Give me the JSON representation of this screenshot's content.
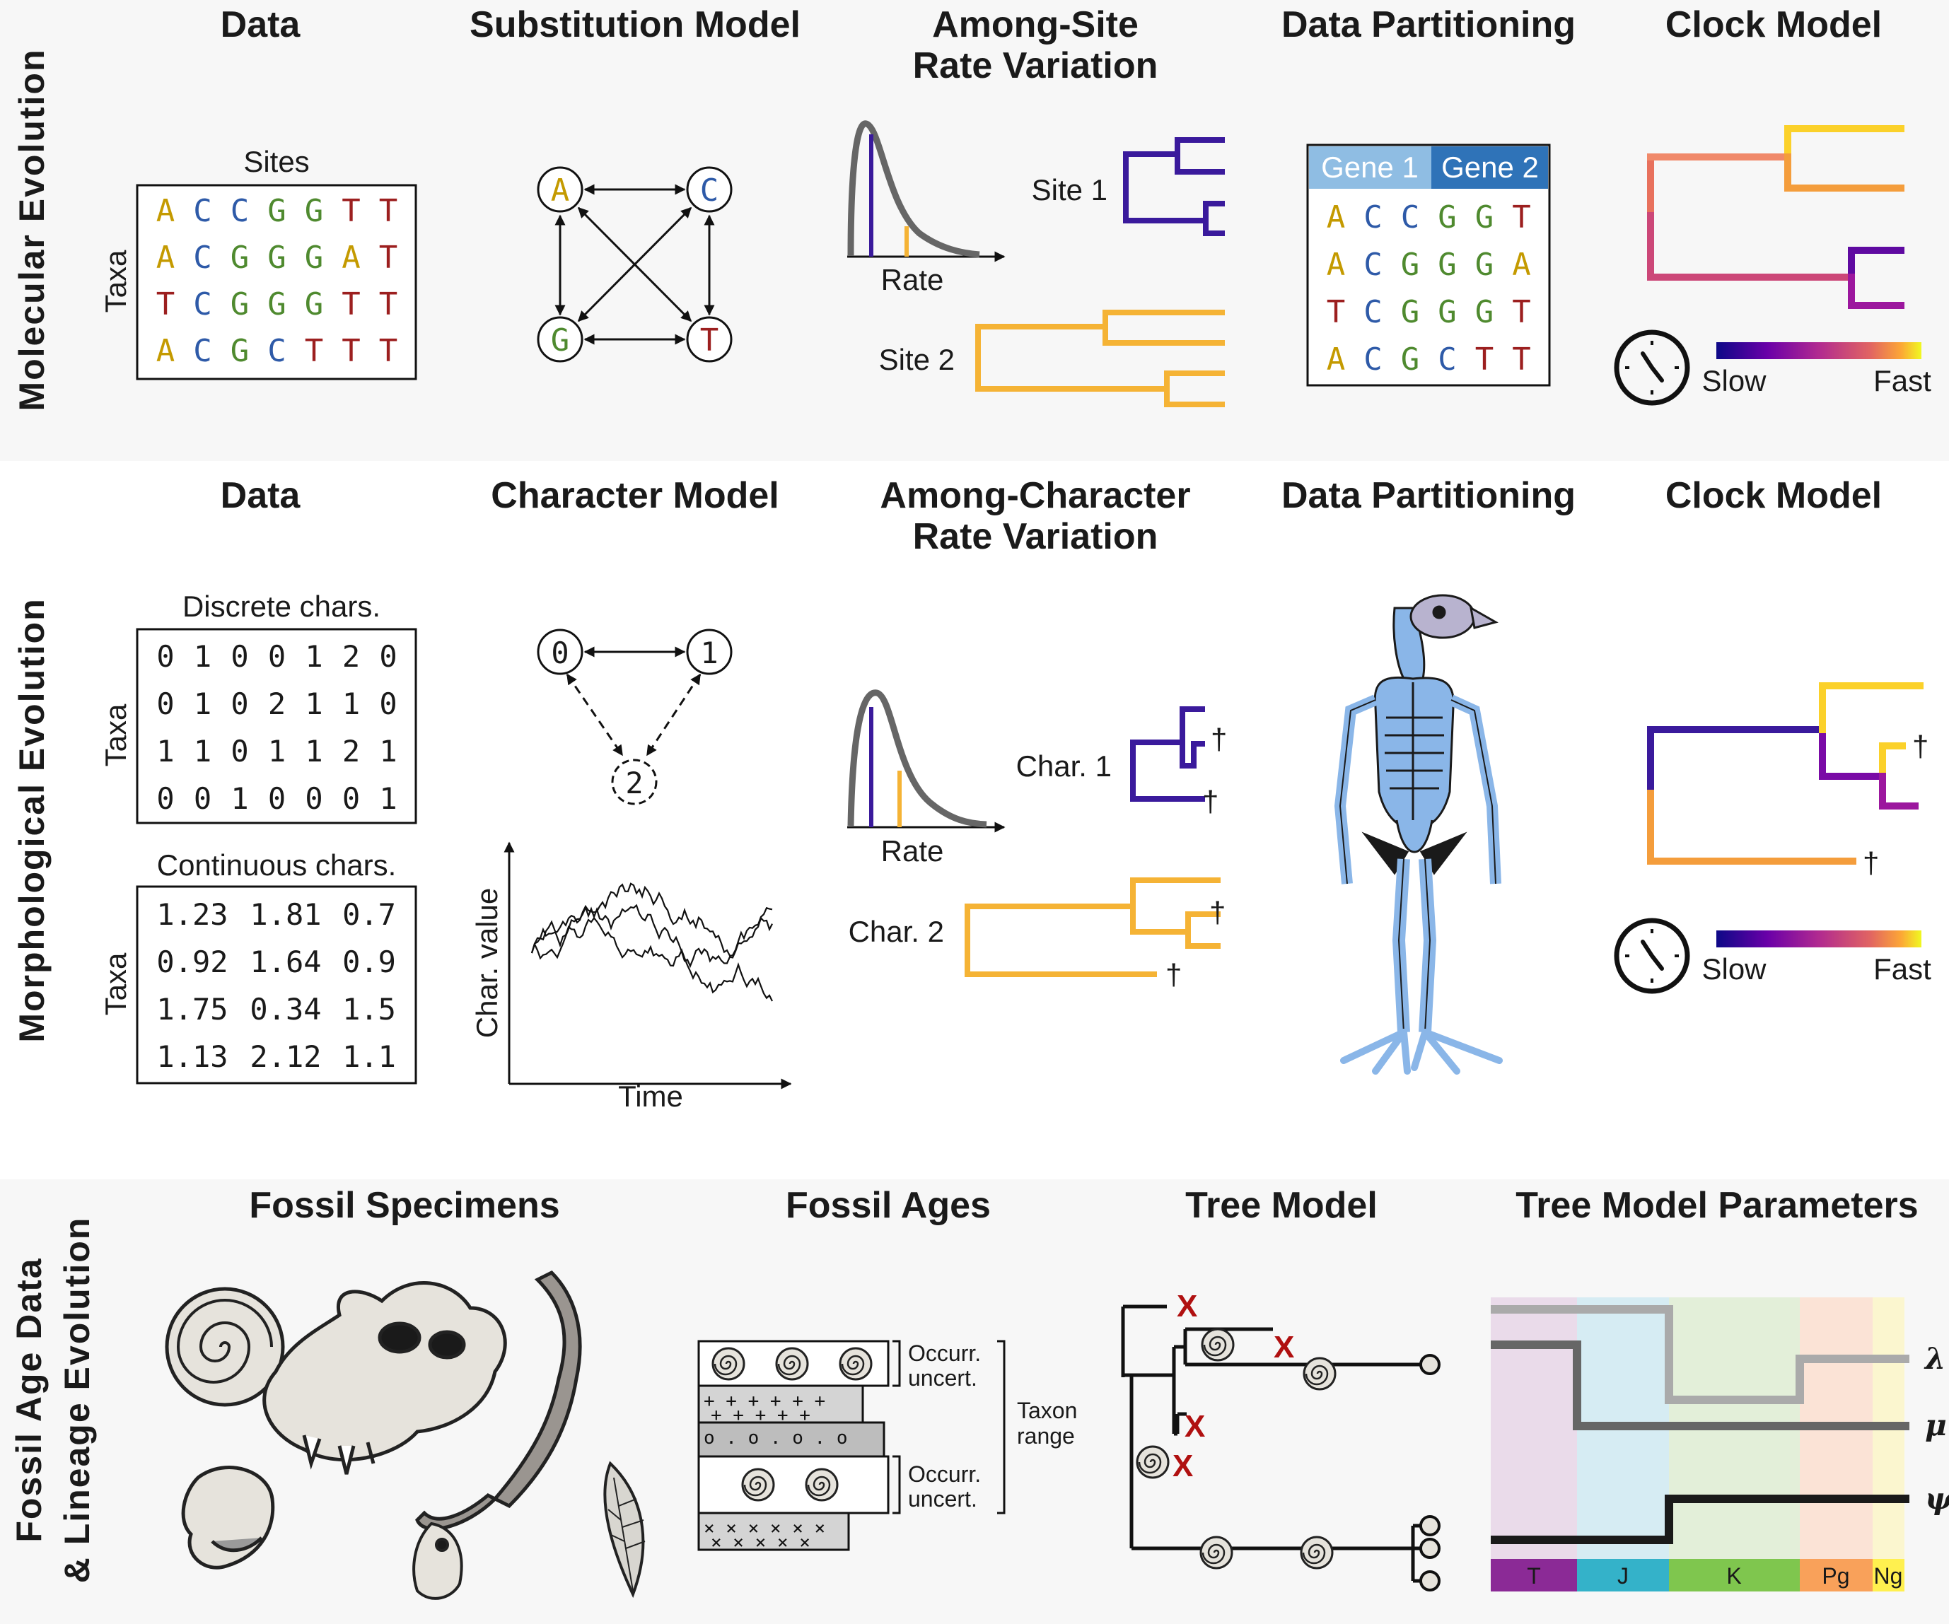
{
  "rows": {
    "molecular": "Molecular Evolution",
    "morphological": "Morphological Evolution",
    "fossil_line1": "Fossil Age Data",
    "fossil_line2": "& Lineage Evolution"
  },
  "molecular": {
    "headers": {
      "data": "Data",
      "substitution": "Substitution Model",
      "asrv_line1": "Among-Site",
      "asrv_line2": "Rate Variation",
      "partitioning": "Data Partitioning",
      "clock": "Clock Model"
    },
    "alignment": {
      "cols_label": "Sites",
      "rows_label": "Taxa",
      "rows": [
        [
          "A",
          "C",
          "C",
          "G",
          "G",
          "T",
          "T"
        ],
        [
          "A",
          "C",
          "G",
          "G",
          "G",
          "A",
          "T"
        ],
        [
          "T",
          "C",
          "G",
          "G",
          "G",
          "T",
          "T"
        ],
        [
          "A",
          "C",
          "G",
          "C",
          "T",
          "T",
          "T"
        ]
      ]
    },
    "nodes": [
      "A",
      "C",
      "G",
      "T"
    ],
    "rate_axis": "Rate",
    "site1": "Site 1",
    "site2": "Site 2",
    "genes": [
      "Gene 1",
      "Gene 2"
    ],
    "partition_rows": [
      [
        "A",
        "C",
        "C",
        "G",
        "G",
        "T"
      ],
      [
        "A",
        "C",
        "G",
        "G",
        "G",
        "A"
      ],
      [
        "T",
        "C",
        "G",
        "G",
        "G",
        "T"
      ],
      [
        "A",
        "C",
        "G",
        "C",
        "T",
        "T"
      ]
    ],
    "slow": "Slow",
    "fast": "Fast"
  },
  "morphological": {
    "headers": {
      "data": "Data",
      "character": "Character Model",
      "acrv_line1": "Among-Character",
      "acrv_line2": "Rate Variation",
      "partitioning": "Data Partitioning",
      "clock": "Clock Model"
    },
    "discrete_label": "Discrete chars.",
    "continuous_label": "Continuous chars.",
    "rows_label": "Taxa",
    "discrete": [
      [
        "0",
        "1",
        "0",
        "0",
        "1",
        "2",
        "0"
      ],
      [
        "0",
        "1",
        "0",
        "2",
        "1",
        "1",
        "0"
      ],
      [
        "1",
        "1",
        "0",
        "1",
        "1",
        "2",
        "1"
      ],
      [
        "0",
        "0",
        "1",
        "0",
        "0",
        "0",
        "1"
      ]
    ],
    "continuous": [
      [
        "1.23",
        "1.81",
        "0.7"
      ],
      [
        "0.92",
        "1.64",
        "0.9"
      ],
      [
        "1.75",
        "0.34",
        "1.5"
      ],
      [
        "1.13",
        "2.12",
        "1.1"
      ]
    ],
    "states": [
      "0",
      "1",
      "2"
    ],
    "char_value_axis": "Char. value",
    "time_axis": "Time",
    "rate_axis": "Rate",
    "char1": "Char. 1",
    "char2": "Char. 2",
    "dagger": "†",
    "slow": "Slow",
    "fast": "Fast"
  },
  "fossil": {
    "headers": {
      "specimens": "Fossil Specimens",
      "ages": "Fossil Ages",
      "tree_model": "Tree Model",
      "parameters": "Tree Model Parameters"
    },
    "occurr_uncert_line1": "Occurr.",
    "occurr_uncert_line2": "uncert.",
    "taxon_range_line1": "Taxon",
    "taxon_range_line2": "range",
    "extinction_mark": "X",
    "periods": [
      "T",
      "J",
      "K",
      "Pg",
      "Ng"
    ],
    "param_labels": [
      "λ",
      "μ",
      "ψ"
    ]
  },
  "colors": {
    "A": "#c49a00",
    "C": "#2e5aa8",
    "G": "#4f8a2f",
    "T": "#9c1f1f",
    "purple": "#3a1a9c",
    "orange": "#f5b335",
    "gene1": "#8fbde3",
    "gene2": "#2f73b8",
    "skeleton": "#8ab6e8",
    "extinct": "#b01010"
  }
}
